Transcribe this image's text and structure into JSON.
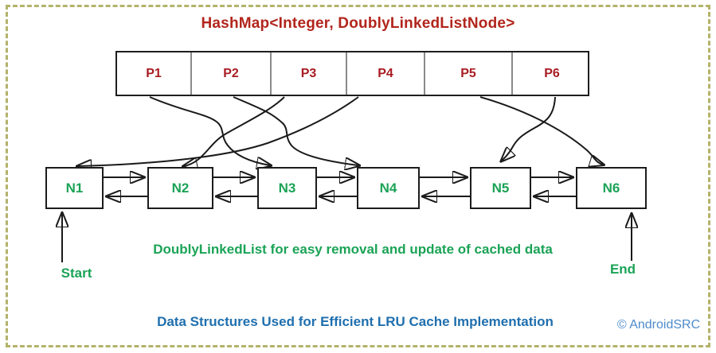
{
  "diagram": {
    "hashmap": {
      "title": "HashMap<Integer, DoublyLinkedListNode>",
      "cells": [
        "P1",
        "P2",
        "P3",
        "P4",
        "P5",
        "P6"
      ]
    },
    "linked_list": {
      "nodes": [
        "N1",
        "N2",
        "N3",
        "N4",
        "N5",
        "N6"
      ],
      "start_label": "Start",
      "end_label": "End",
      "caption": "DoublyLinkedList for easy removal and update of cached data"
    },
    "pointers": [
      {
        "from": "P1",
        "to": "N3"
      },
      {
        "from": "P2",
        "to": "N4"
      },
      {
        "from": "P3",
        "to": "N2"
      },
      {
        "from": "P4",
        "to": "N1"
      },
      {
        "from": "P5",
        "to": "N6"
      },
      {
        "from": "P6",
        "to": "N5"
      }
    ],
    "footer": {
      "caption": "Data Structures Used for Efficient LRU Cache Implementation",
      "copyright": "© AndroidSRC"
    },
    "colors": {
      "map_red": "#B2251C",
      "p_label_red": "#A81C22",
      "list_green": "#1BA356",
      "caption_blue": "#1F6FAE",
      "copyright_blue": "#4E8BCB",
      "border_khaki": "#B3B36B",
      "line_black": "#1A1A1A"
    }
  }
}
